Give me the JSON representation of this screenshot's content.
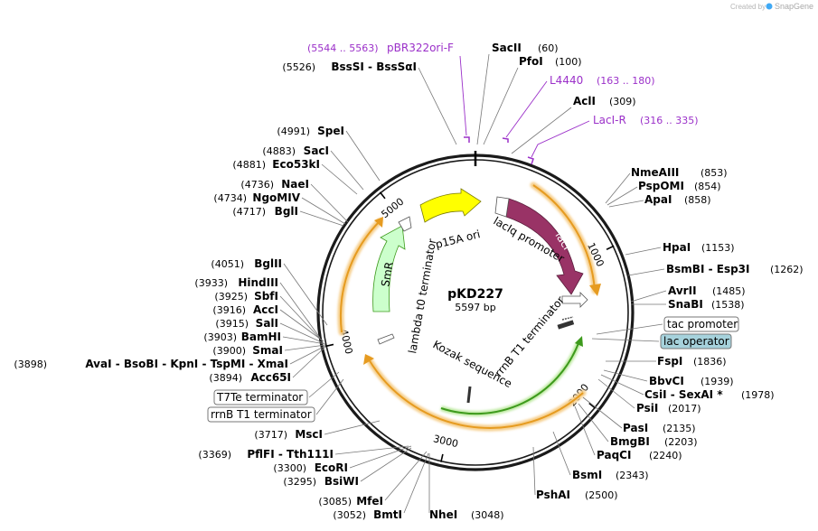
{
  "watermark": {
    "prefix": "Created by",
    "brand": "SnapGene"
  },
  "plasmid": {
    "name": "pKD227",
    "length_label": "5597 bp",
    "length": 5597
  },
  "ticks": [
    {
      "label": "1000",
      "pos": 1000
    },
    {
      "label": "2000",
      "pos": 2000
    },
    {
      "label": "3000",
      "pos": 3000
    },
    {
      "label": "4000",
      "pos": 4000
    },
    {
      "label": "5000",
      "pos": 5000
    }
  ],
  "features": [
    {
      "id": "p15a-ori",
      "label": "p15A ori",
      "color": "#ffff00"
    },
    {
      "id": "laciq-promoter",
      "label": "lacIq promoter",
      "color": "#ffffff"
    },
    {
      "id": "laci",
      "label": "lacI",
      "color": "#993366"
    },
    {
      "id": "lambda-t0",
      "label": "lambda t0 terminator",
      "color": "#ffffff"
    },
    {
      "id": "smr",
      "label": "SmR",
      "color": "#ccffcc"
    },
    {
      "id": "rrnb-t1",
      "label": "rrnB T1 terminator",
      "color": "#ffffff"
    },
    {
      "id": "kozak",
      "label": "Kozak sequence",
      "color": "#ffffff"
    }
  ],
  "boxed_labels": [
    {
      "id": "tac-promoter",
      "label": "tac promoter",
      "bg": "#ffffff"
    },
    {
      "id": "lac-operator",
      "label": "lac operator",
      "bg": "#a6d2dc"
    },
    {
      "id": "t7te-terminator",
      "label": "T7Te terminator",
      "bg": "#ffffff"
    },
    {
      "id": "rrnb-t1-terminator",
      "label": "rrnB T1 terminator",
      "bg": "#ffffff"
    }
  ],
  "primers": [
    {
      "id": "pbr322ori-f",
      "label": "pBR322ori-F",
      "range": "(5544 .. 5563)"
    },
    {
      "id": "l4440",
      "label": "L4440",
      "range": "(163 .. 180)"
    },
    {
      "id": "laci-r",
      "label": "LacI-R",
      "range": "(316 .. 335)"
    }
  ],
  "sites": [
    {
      "id": "sacii",
      "label": "SacII",
      "pos": "(60)"
    },
    {
      "id": "pfoi",
      "label": "PfoI",
      "pos": "(100)"
    },
    {
      "id": "acli",
      "label": "AclI",
      "pos": "(309)"
    },
    {
      "id": "nmeaiii",
      "label": "NmeAIII",
      "pos": "(853)"
    },
    {
      "id": "pspomi",
      "label": "PspOMI",
      "pos": "(854)"
    },
    {
      "id": "apai",
      "label": "ApaI",
      "pos": "(858)"
    },
    {
      "id": "hpai",
      "label": "HpaI",
      "pos": "(1153)"
    },
    {
      "id": "bsmbi",
      "label": "BsmBI  - Esp3I",
      "pos": "(1262)"
    },
    {
      "id": "avrii",
      "label": "AvrII",
      "pos": "(1485)"
    },
    {
      "id": "snabi",
      "label": "SnaBI",
      "pos": "(1538)"
    },
    {
      "id": "fspi",
      "label": "FspI",
      "pos": "(1836)"
    },
    {
      "id": "bbvci",
      "label": "BbvCI",
      "pos": "(1939)"
    },
    {
      "id": "csii",
      "label": "CsiI  - SexAI *",
      "pos": "(1978)"
    },
    {
      "id": "psii",
      "label": "PsiI",
      "pos": "(2017)"
    },
    {
      "id": "pasi",
      "label": "PasI",
      "pos": "(2135)"
    },
    {
      "id": "bmgbi",
      "label": "BmgBI",
      "pos": "(2203)"
    },
    {
      "id": "paqci",
      "label": "PaqCI",
      "pos": "(2240)"
    },
    {
      "id": "bsmi",
      "label": "BsmI",
      "pos": "(2343)"
    },
    {
      "id": "pshai",
      "label": "PshAI",
      "pos": "(2500)"
    },
    {
      "id": "nhei",
      "label": "NheI",
      "pos": "(3048)"
    },
    {
      "id": "bmti",
      "label": "BmtI",
      "pos": "(3052)"
    },
    {
      "id": "mfei",
      "label": "MfeI",
      "pos": "(3085)"
    },
    {
      "id": "bsiwi",
      "label": "BsiWI",
      "pos": "(3295)"
    },
    {
      "id": "ecori",
      "label": "EcoRI",
      "pos": "(3300)"
    },
    {
      "id": "pflfi",
      "label": "PflFI  - Tth111I",
      "pos": "(3369)"
    },
    {
      "id": "msci",
      "label": "MscI",
      "pos": "(3717)"
    },
    {
      "id": "acc65i",
      "label": "Acc65I",
      "pos": "(3894)"
    },
    {
      "id": "avai",
      "label": "AvaI  - BsoBI  - KpnI  - TspMI  - XmaI",
      "pos": "(3898)"
    },
    {
      "id": "smai",
      "label": "SmaI",
      "pos": "(3900)"
    },
    {
      "id": "bamhi",
      "label": "BamHI",
      "pos": "(3903)"
    },
    {
      "id": "sali",
      "label": "SalI",
      "pos": "(3915)"
    },
    {
      "id": "acci",
      "label": "AccI",
      "pos": "(3916)"
    },
    {
      "id": "sbfi",
      "label": "SbfI",
      "pos": "(3925)"
    },
    {
      "id": "hindiii",
      "label": "HindIII",
      "pos": "(3933)"
    },
    {
      "id": "bglii",
      "label": "BglII",
      "pos": "(4051)"
    },
    {
      "id": "bgli",
      "label": "BglI",
      "pos": "(4717)"
    },
    {
      "id": "ngomiv",
      "label": "NgoMIV",
      "pos": "(4734)"
    },
    {
      "id": "naei",
      "label": "NaeI",
      "pos": "(4736)"
    },
    {
      "id": "eco53ki",
      "label": "Eco53kI",
      "pos": "(4881)"
    },
    {
      "id": "saci",
      "label": "SacI",
      "pos": "(4883)"
    },
    {
      "id": "spei",
      "label": "SpeI",
      "pos": "(4991)"
    },
    {
      "id": "bsssi",
      "label": "BssSI  - BssSαI",
      "pos": "(5526)"
    }
  ]
}
